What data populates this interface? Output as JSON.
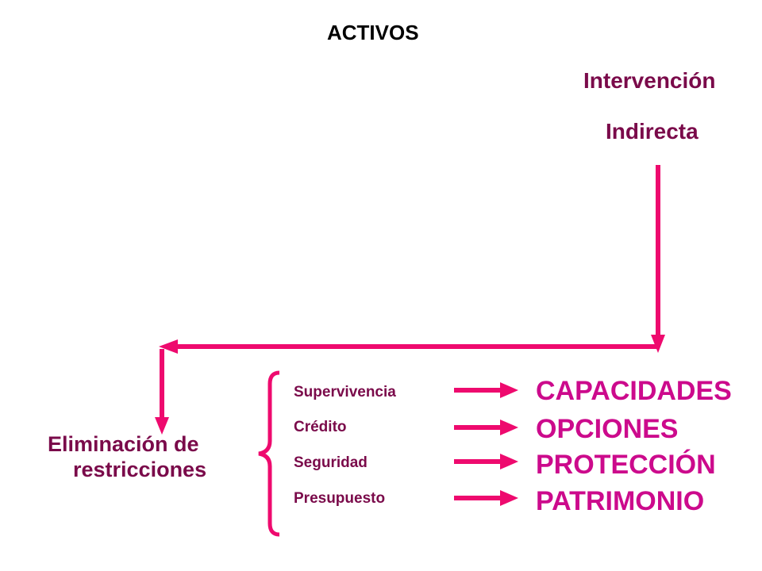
{
  "title": "ACTIVOS",
  "intervention": {
    "line1": "Intervención",
    "line2": "Indirecta"
  },
  "elimination": {
    "line1": "Eliminación de",
    "line2": "restricciones"
  },
  "colors": {
    "arrow": "#ee0a6e",
    "label": "#7a0a4a",
    "outcome": "#cc0a8c",
    "title": "#000000"
  },
  "items": [
    {
      "label": "Supervivencia",
      "outcome": "CAPACIDADES"
    },
    {
      "label": "Crédito",
      "outcome": "OPCIONES"
    },
    {
      "label": "Seguridad",
      "outcome": "PROTECCIÓN"
    },
    {
      "label": "Presupuesto",
      "outcome": "PATRIMONIO"
    }
  ]
}
